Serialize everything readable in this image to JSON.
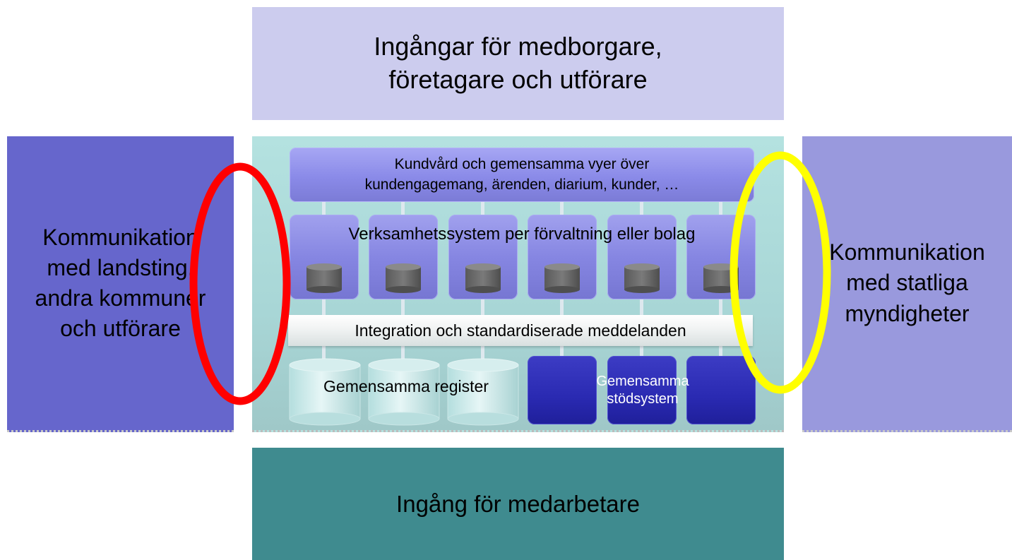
{
  "top_box": {
    "line1": "Ingångar för medborgare,",
    "line2": "företagare och utförare"
  },
  "bottom_box": {
    "label": "Ingång för medarbetare"
  },
  "left_box": {
    "line1": "Kommunikation",
    "line2": "med landsting,",
    "line3": "andra kommuner",
    "line4": "och utförare"
  },
  "right_box": {
    "line1": "Kommunikation",
    "line2": "med statliga",
    "line3": "myndigheter"
  },
  "center": {
    "kundvard": {
      "line1": "Kundvård och gemensamma vyer över",
      "line2": "kundengagemang, ärenden, diarium, kunder, …"
    },
    "verksamhetssystem": {
      "label": "Verksamhetssystem per förvaltning eller bolag",
      "count": 6
    },
    "integration": {
      "label": "Integration och standardiserade meddelanden"
    },
    "registers": {
      "label": "Gemensamma register",
      "count": 3
    },
    "stodsystem": {
      "line1": "Gemensamma",
      "line2": "stödsystem",
      "count": 3
    }
  },
  "highlight_colors": {
    "left_ellipse": "#ff0000",
    "right_ellipse": "#ffff00"
  }
}
